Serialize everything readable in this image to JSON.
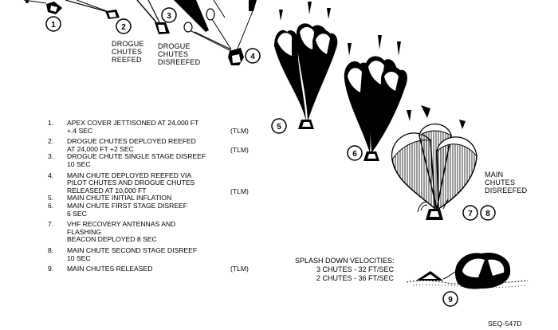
{
  "stage_markers": [
    "1",
    "2",
    "3",
    "4",
    "5",
    "6",
    "7",
    "8",
    "9"
  ],
  "labels": {
    "drogue_reefed": [
      "DROGUE",
      "CHUTES",
      "REEFED"
    ],
    "drogue_disreefed": [
      "DROGUE",
      "CHUTES",
      "DISREEFED"
    ],
    "main_disreefed": [
      "MAIN",
      "CHUTES",
      "DISREEFED"
    ]
  },
  "sequence": [
    {
      "num": "1.",
      "lines": [
        "APEX COVER JETTISONED AT 24,000 FT",
        "+.4 SEC"
      ],
      "tlm": "(TLM)"
    },
    {
      "num": "2.",
      "lines": [
        "DROGUE CHUTES DEPLOYED REEFED",
        "AT 24,000 FT +2 SEC"
      ],
      "tlm": "(TLM)"
    },
    {
      "num": "3.",
      "lines": [
        "DROGUE CHUTE SINGLE STAGE DISREEF",
        "10 SEC"
      ],
      "tlm": ""
    },
    {
      "num": "4.",
      "lines": [
        "MAIN CHUTE DEPLOYED REEFED VIA",
        "PILOT CHUTES AND DROGUE CHUTES",
        "RELEASED AT 10,000 FT"
      ],
      "tlm": "(TLM)"
    },
    {
      "num": "5.",
      "lines": [
        "MAIN CHUTE INITIAL INFLATION"
      ],
      "tlm": ""
    },
    {
      "num": "6.",
      "lines": [
        "MAIN CHUTE FIRST STAGE DISREEF",
        "6 SEC"
      ],
      "tlm": ""
    },
    {
      "num": "7.",
      "lines": [
        "VHF RECOVERY ANTENNAS AND FLASHING",
        "BEACON DEPLOYED 8 SEC"
      ],
      "tlm": ""
    },
    {
      "num": "8.",
      "lines": [
        "MAIN CHUTE SECOND STAGE DISREEF",
        "10 SEC"
      ],
      "tlm": ""
    },
    {
      "num": "9.",
      "lines": [
        "MAIN CHUTES RELEASED"
      ],
      "tlm": "(TLM)"
    }
  ],
  "splash": {
    "title": "SPLASH DOWN VELOCITIES:",
    "rows": [
      "3 CHUTES - 32 FT/SEC",
      "2 CHUTES - 36 FT/SEC"
    ]
  },
  "doc_id": "SEQ-547D"
}
